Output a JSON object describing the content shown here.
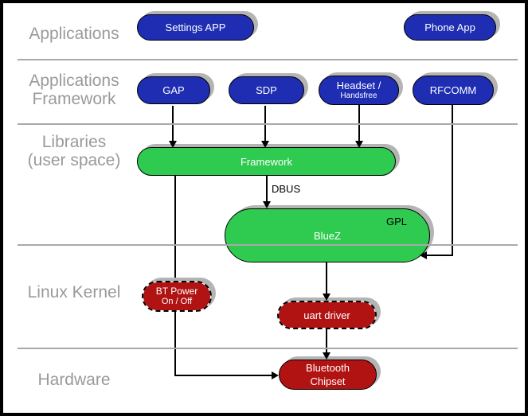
{
  "colors": {
    "blue": "#1e2db2",
    "green": "#2fcb50",
    "red": "#b11212",
    "shadow": "#b4b4b4",
    "label": "#9a9a9a",
    "divider": "#a9a9a9"
  },
  "layers": [
    {
      "line1": "Applications"
    },
    {
      "line1": "Applications",
      "line2": "Framework"
    },
    {
      "line1": "Libraries",
      "line2": "(user space)"
    },
    {
      "line1": "Linux Kernel"
    },
    {
      "line1": "Hardware"
    }
  ],
  "nodes": {
    "settings_app": {
      "label": "Settings APP"
    },
    "phone_app": {
      "label": "Phone App"
    },
    "gap": {
      "label": "GAP"
    },
    "sdp": {
      "label": "SDP"
    },
    "headset": {
      "line1": "Headset /",
      "line2": "Handsfree"
    },
    "rfcomm": {
      "label": "RFCOMM"
    },
    "framework": {
      "label": "Framework"
    },
    "bluez": {
      "label": "BlueZ",
      "tag": "GPL"
    },
    "bt_power": {
      "line1": "BT Power",
      "line2": "On / Off"
    },
    "uart_driver": {
      "label": "uart driver"
    },
    "bluetooth_chipset": {
      "line1": "Bluetooth",
      "line2": "Chipset"
    }
  },
  "annotations": {
    "dbus": "DBUS"
  }
}
